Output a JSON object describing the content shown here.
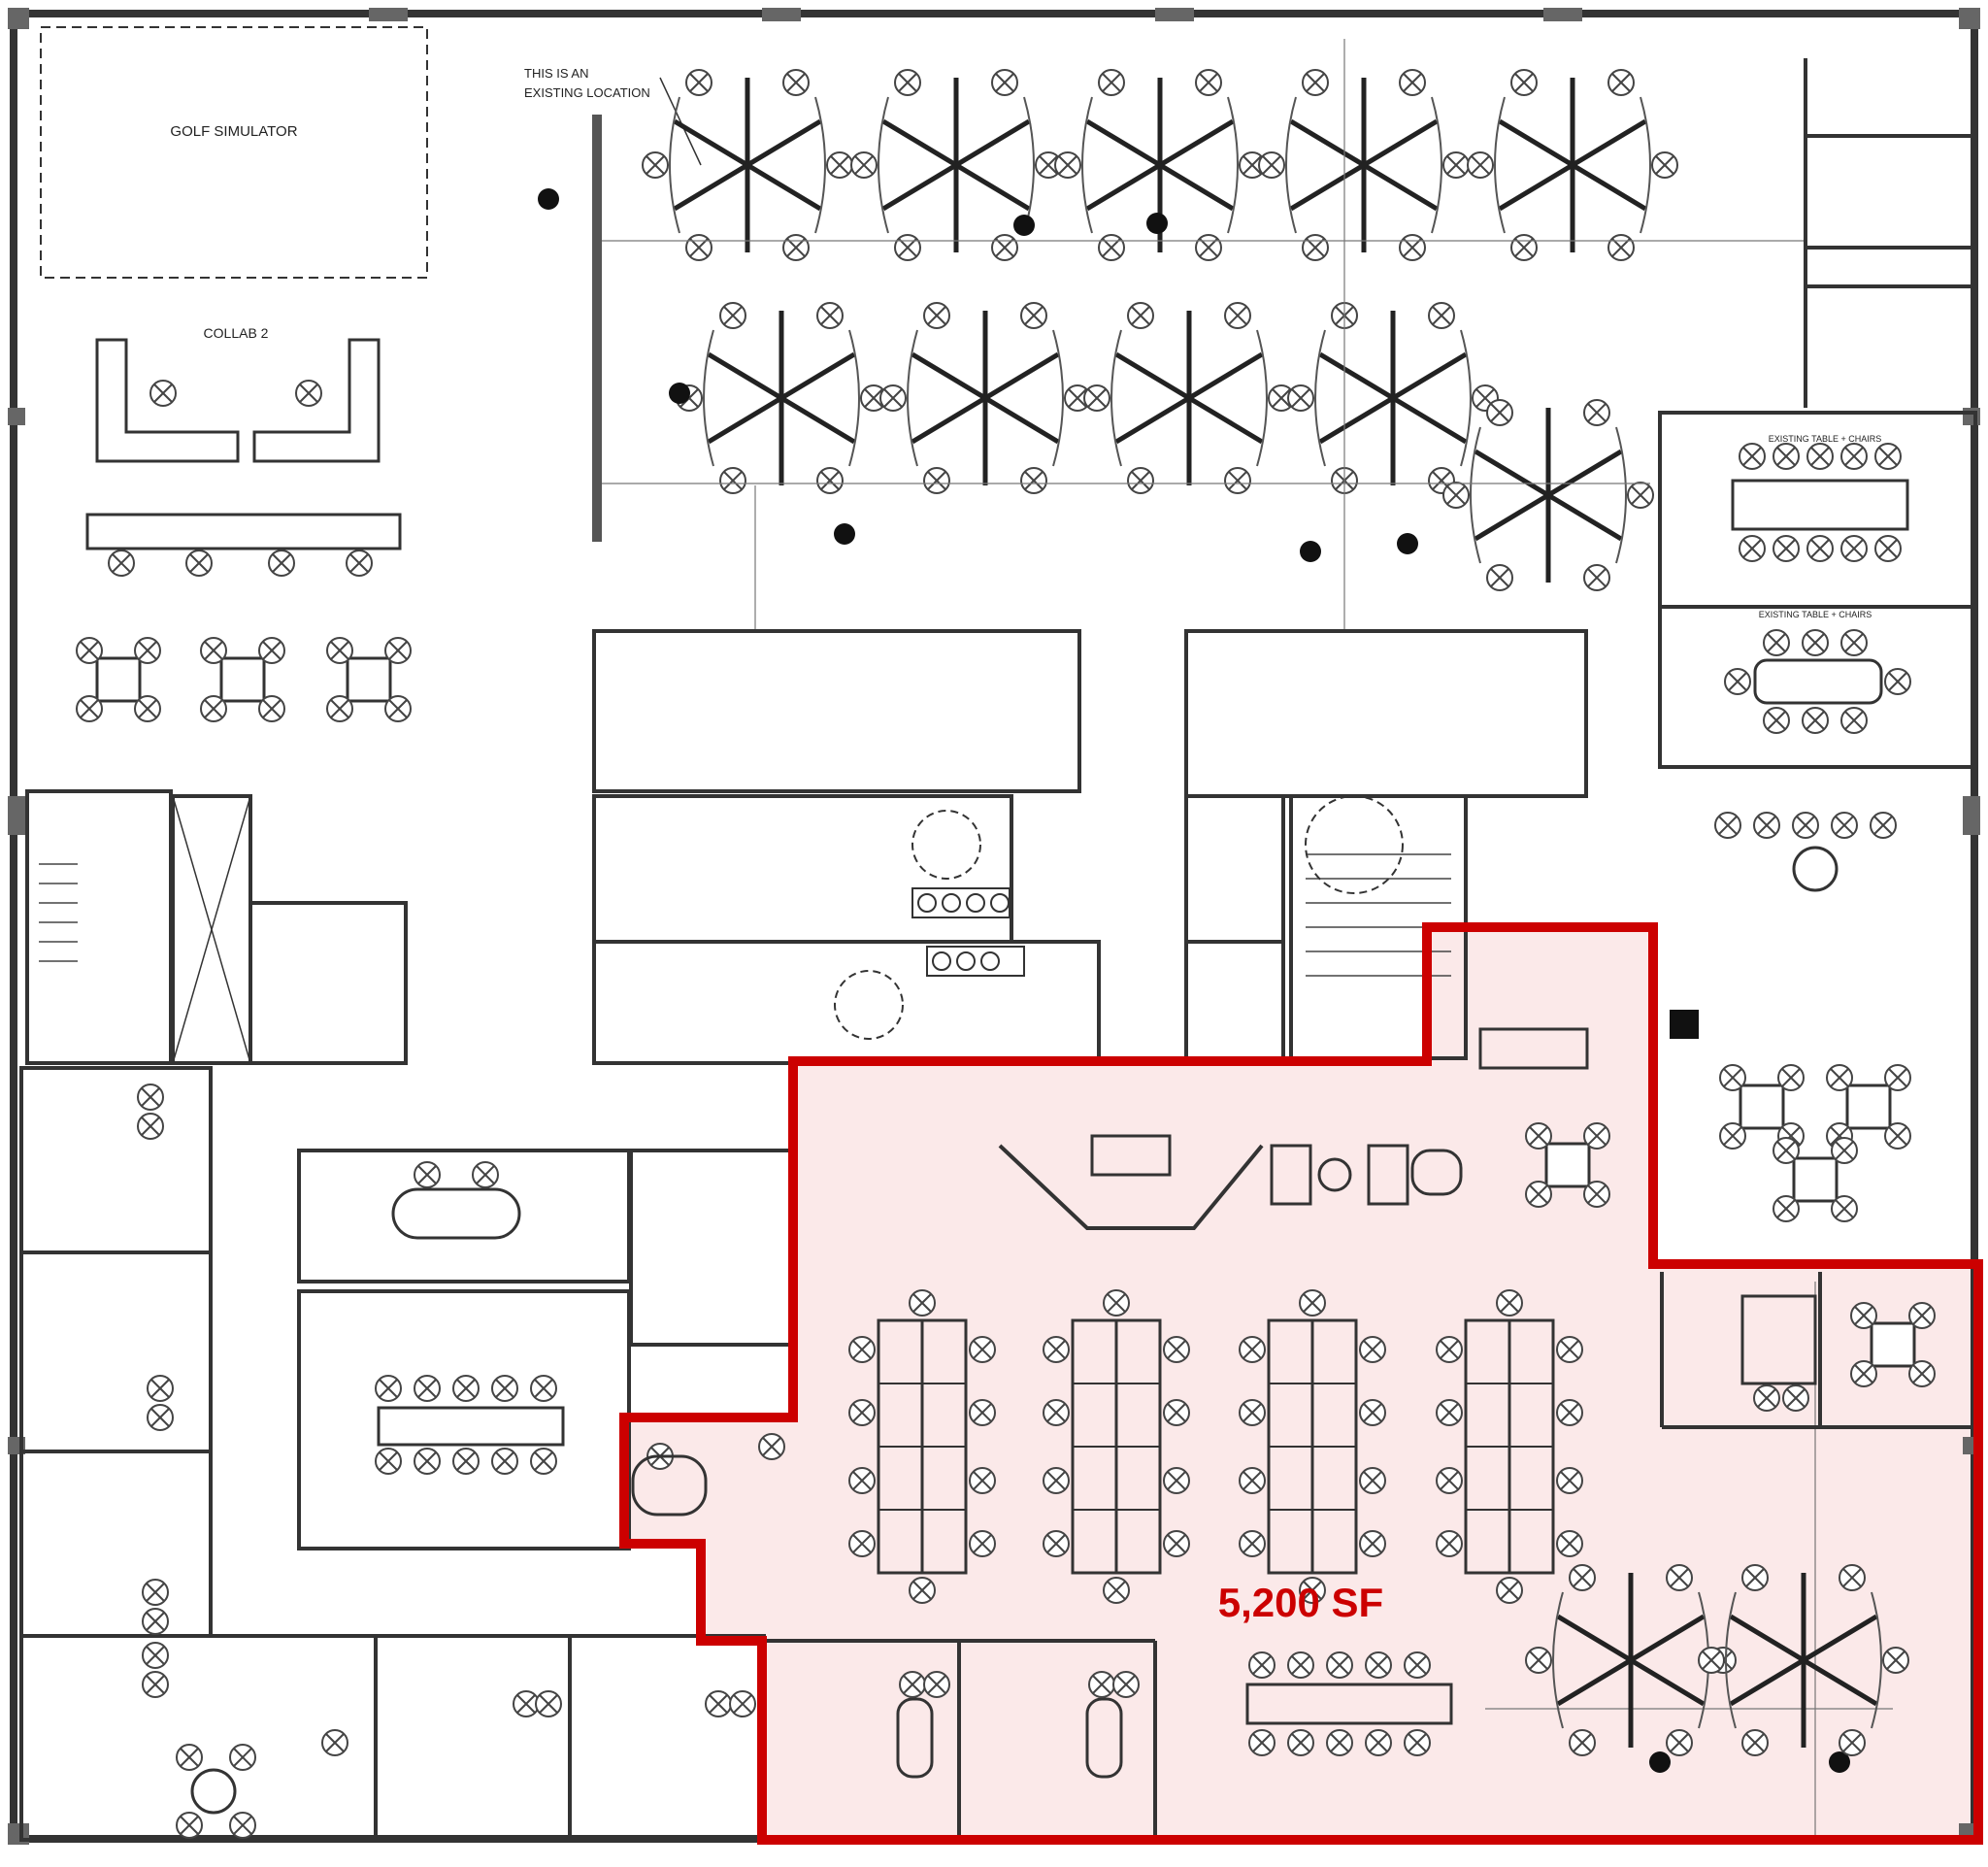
{
  "labels": {
    "golf_simulator": "GOLF SIMULATOR",
    "existing_location_line1": "THIS IS AN",
    "existing_location_line2": "EXISTING LOCATION",
    "collab": "COLLAB 2",
    "existing_table_1": "EXISTING TABLE + CHAIRS",
    "existing_table_2": "EXISTING TABLE + CHAIRS"
  },
  "highlight": {
    "area_label": "5,200 SF",
    "stroke_color": "#cc0000",
    "fill_color": "#fbe9e9"
  },
  "colors": {
    "wall": "#333333",
    "furniture": "#444444",
    "background": "#ffffff"
  }
}
